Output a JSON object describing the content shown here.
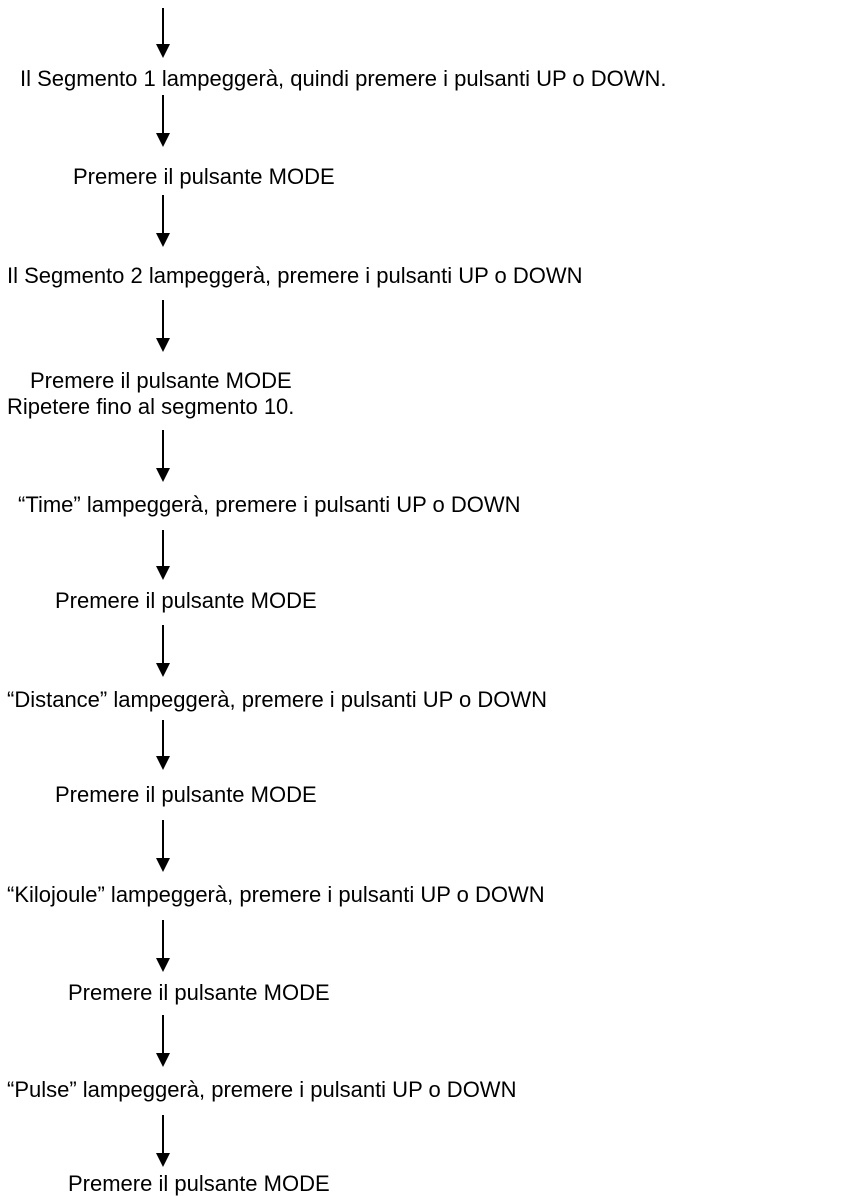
{
  "steps": [
    "Il Segmento 1 lampeggerà, quindi premere i pulsanti UP o DOWN.",
    "Premere il pulsante MODE",
    "Il Segmento 2 lampeggerà, premere i pulsanti UP o DOWN",
    "Premere il pulsante MODE",
    "Ripetere fino al segmento 10.",
    "“Time” lampeggerà, premere i pulsanti UP o DOWN",
    "Premere il pulsante MODE",
    "“Distance” lampeggerà, premere i pulsanti UP o DOWN",
    "Premere il pulsante MODE",
    "“Kilojoule” lampeggerà, premere i pulsanti UP o DOWN",
    "Premere il pulsante MODE",
    "“Pulse” lampeggerà, premere i pulsanti UP o DOWN",
    "Premere il pulsante MODE"
  ],
  "colors": {
    "text": "#000000",
    "arrow": "#000000",
    "background": "#ffffff"
  },
  "icons": {
    "connector": "down-arrow-icon"
  }
}
